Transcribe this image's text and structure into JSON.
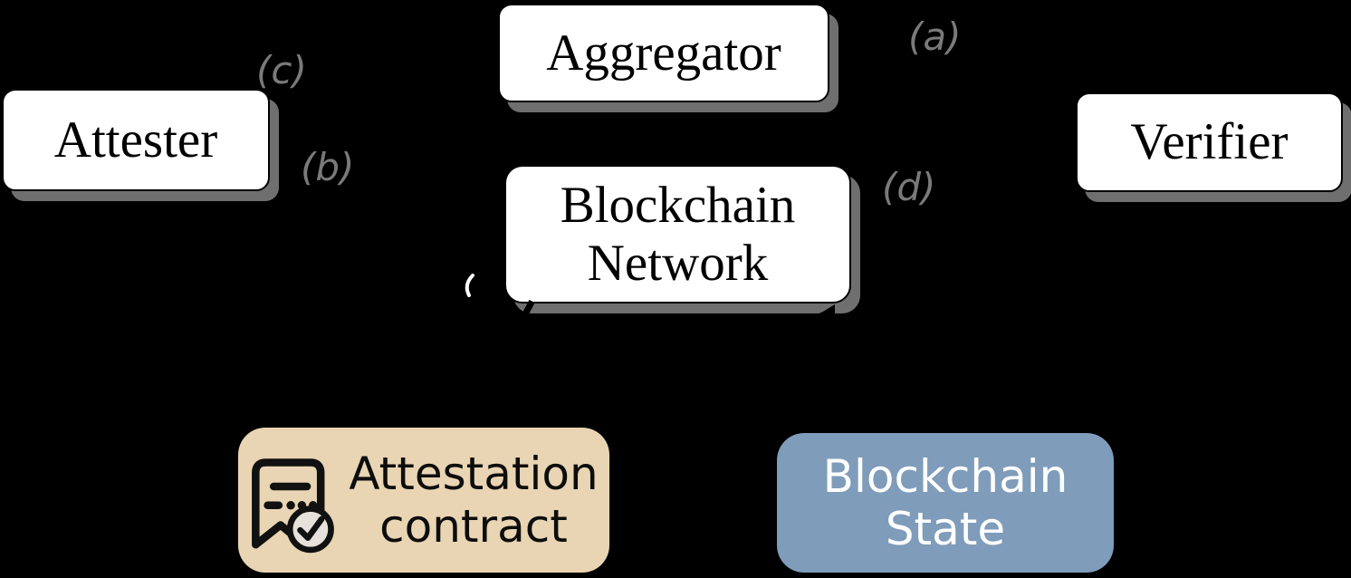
{
  "diagram": {
    "title": "attestation-architecture-diagram",
    "nodes": {
      "attester": {
        "label": "Attester"
      },
      "aggregator": {
        "label": "Aggregator"
      },
      "blockchain_network": {
        "line1": "Blockchain",
        "line2": "Network"
      },
      "verifier": {
        "label": "Verifier"
      },
      "attestation_contract": {
        "line1": "Attestation",
        "line2": "contract"
      },
      "blockchain_state": {
        "line1": "Blockchain",
        "line2": "State"
      }
    },
    "edge_labels": {
      "a": "(a)",
      "b": "(b)",
      "c": "(c)",
      "d": "(d)"
    },
    "icons": {
      "attestation_contract_icon": "document-with-checkmark-icon"
    },
    "colors": {
      "background": "#000000",
      "node_fill": "#ffffff",
      "node_border": "#000000",
      "shadow": "#6f6f6f",
      "label_gray": "#7a7a7a",
      "contract_fill": "#e9d5b3",
      "state_fill": "#7f9cba",
      "state_text": "#ffffff"
    }
  }
}
